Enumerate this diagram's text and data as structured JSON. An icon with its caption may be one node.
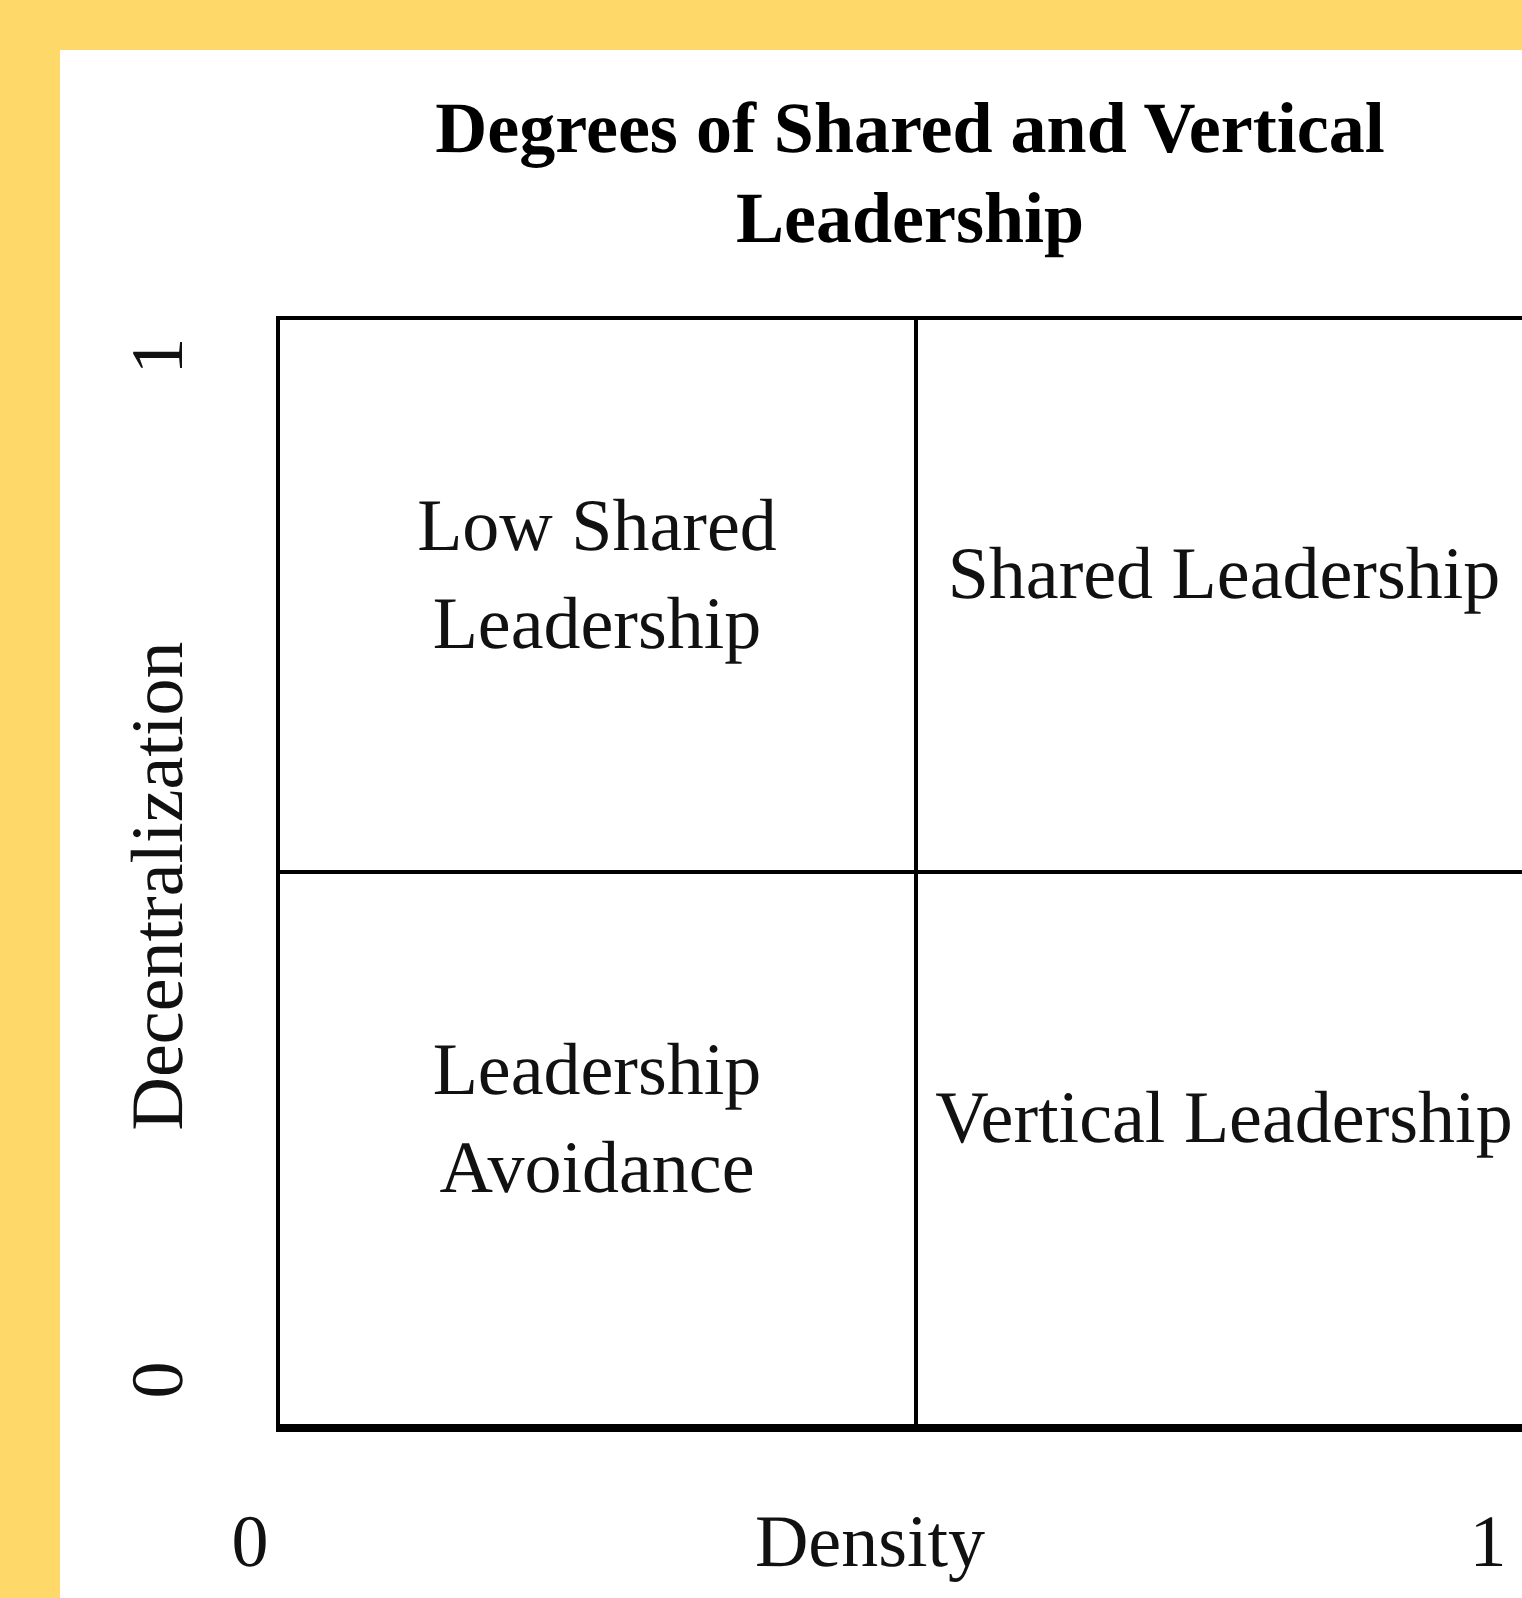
{
  "diagram": {
    "title": "Degrees of Shared and Vertical Leadership",
    "nodes": [
      {
        "text": [
          "Low Shared Leadership"
        ]
      },
      {
        "text": [
          "Shared Leadership"
        ]
      },
      {
        "text": [
          "Leadership Avoidance"
        ]
      },
      {
        "text": [
          "Vertical Leadership"
        ]
      }
    ],
    "labels": [
      "1",
      "Decentralization",
      "0",
      "0",
      "Density",
      "1"
    ]
  }
}
